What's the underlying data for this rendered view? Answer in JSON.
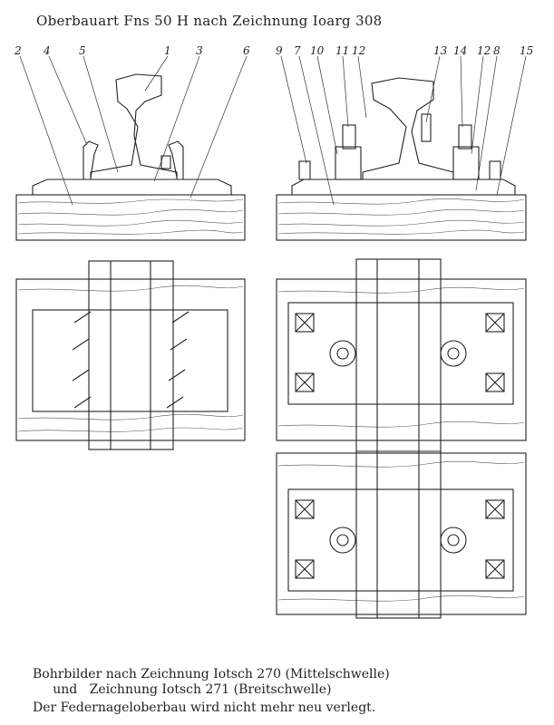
{
  "title": "Oberbauart Fns 50 H nach Zeichnung Ioarg 308",
  "labels": [
    "2",
    "4",
    "5",
    "1",
    "3",
    "6",
    "9",
    "7",
    "10",
    "11",
    "12",
    "13",
    "14",
    "12",
    "8",
    "15"
  ],
  "captions": {
    "line1": "Bohrbilder nach Zeichnung Iotsch 270 (Mittelschwelle)",
    "line2": "     und   Zeichnung Iotsch 271 (Breitschwelle)",
    "line3": "Der Federnageloberbau wird nicht mehr neu verlegt."
  }
}
